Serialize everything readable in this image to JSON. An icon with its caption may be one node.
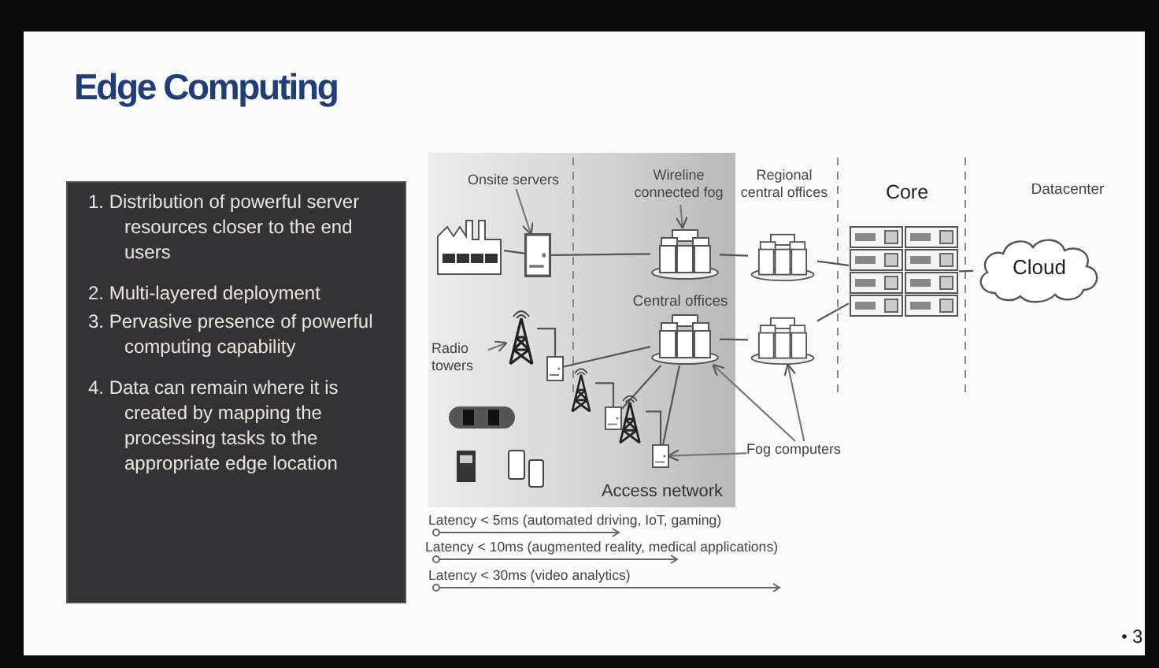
{
  "diagram": {
    "title": "Edge Computing",
    "nodes": [
      {
        "text": [
          "1. Distribution of powerful server resources closer to the end users",
          "2. Multi-layered deployment",
          "3. Pervasive presence of powerful computing capability",
          "4. Data can remain where it is created by mapping the processing tasks to the appropriate edge location"
        ]
      },
      {
        "text": [
          "Access network"
        ]
      },
      {
        "text": [
          "Onsite servers"
        ],
        "in": 1
      },
      {
        "text": [
          "Wireline connected fog"
        ],
        "in": 1
      },
      {
        "text": [],
        "shape": "picture",
        "in": 1
      },
      {
        "text": [],
        "shape": "picture",
        "in": 1
      },
      {
        "text": [],
        "shape": "picture",
        "in": 1
      },
      {
        "text": [],
        "shape": "picture"
      },
      {
        "text": [],
        "shape": "picture"
      },
      {
        "text": [
          "Cloud"
        ]
      },
      {
        "text": [
          "Radio towers"
        ],
        "in": 1
      },
      {
        "text": [],
        "shape": "picture",
        "in": 1
      },
      {
        "text": [],
        "shape": "picture",
        "in": 1
      },
      {
        "text": [],
        "shape": "picture",
        "in": 1
      },
      {
        "text": [],
        "shape": "picture",
        "in": 1
      },
      {
        "text": [],
        "shape": "picture",
        "in": 1
      },
      {
        "text": [],
        "shape": "picture",
        "in": 1
      },
      {
        "text": [],
        "shape": "picture",
        "in": 1
      },
      {
        "text": [],
        "shape": "picture"
      },
      {
        "text": [
          "Fog computers"
        ]
      }
    ],
    "edges": [
      {
        "from": 2,
        "to": 5,
        "arrow": "to"
      },
      {
        "from": 3,
        "to": 6,
        "arrow": "to"
      },
      {
        "from": 4,
        "to": 5,
        "arrow": "none"
      },
      {
        "from": 5,
        "to": 6,
        "arrow": "none"
      },
      {
        "from": 6,
        "to": 7,
        "arrow": "none"
      },
      {
        "from": 7,
        "to": 8,
        "arrow": "none"
      },
      {
        "from": 8,
        "to": 9,
        "arrow": "none"
      },
      {
        "from": 10,
        "to": 11,
        "arrow": "to"
      },
      {
        "from": 11,
        "to": 12,
        "arrow": "none"
      },
      {
        "from": 12,
        "to": 17,
        "arrow": "none"
      },
      {
        "from": 13,
        "to": 14,
        "arrow": "none"
      },
      {
        "from": 14,
        "to": 17,
        "arrow": "none"
      },
      {
        "from": 15,
        "to": 16,
        "arrow": "none"
      },
      {
        "from": 16,
        "to": 17,
        "arrow": "none"
      },
      {
        "from": 17,
        "to": 18,
        "arrow": "none"
      },
      {
        "from": 18,
        "to": 8,
        "arrow": "none"
      },
      {
        "from": 19,
        "to": 16,
        "arrow": "to"
      },
      {
        "from": 19,
        "to": 17,
        "arrow": "to"
      },
      {
        "from": 19,
        "to": 18,
        "arrow": "to"
      }
    ],
    "labels": [
      "Regional central offices",
      "Core",
      "Datacenter",
      "Central offices",
      "Latency < 5ms (automated driving, IoT, gaming)",
      "Latency < 10ms (augmented reality, medical applications)",
      "Latency < 30ms (video analytics)",
      "3"
    ]
  }
}
